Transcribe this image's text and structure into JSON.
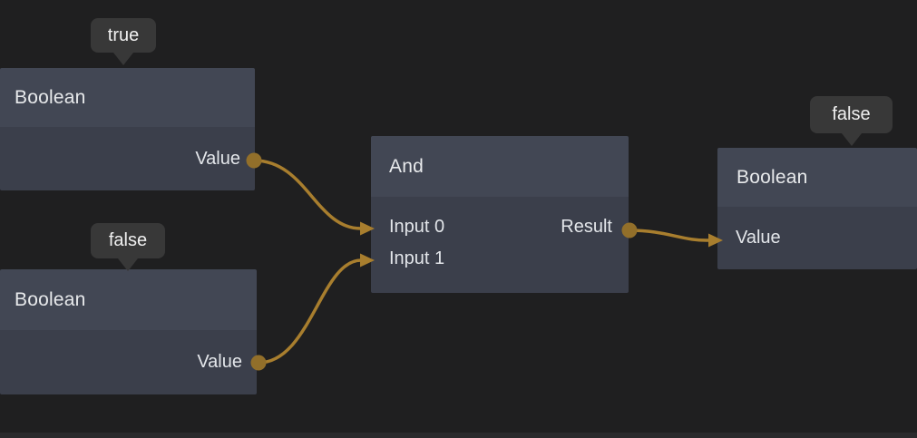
{
  "editor": {
    "kind": "visual-scripting-node-graph"
  },
  "colors": {
    "background": "#1f1f20",
    "node_header": "#424754",
    "node_body": "#3b3f4b",
    "tooltip_background": "#383838",
    "text": "#e8eaec",
    "wire": "#a87e2e",
    "port": "#926f2a",
    "bottom_strip": "#2a2a2c"
  },
  "nodes": [
    {
      "id": "boolean-top-left",
      "title": "Boolean",
      "value_tooltip": "true",
      "ports": [
        {
          "label": "Value",
          "kind": "output"
        }
      ]
    },
    {
      "id": "boolean-bottom-left",
      "title": "Boolean",
      "value_tooltip": "false",
      "ports": [
        {
          "label": "Value",
          "kind": "output"
        }
      ]
    },
    {
      "id": "and",
      "title": "And",
      "ports": [
        {
          "label": "Input 0",
          "kind": "input"
        },
        {
          "label": "Input 1",
          "kind": "input"
        },
        {
          "label": "Result",
          "kind": "output"
        }
      ]
    },
    {
      "id": "boolean-right",
      "title": "Boolean",
      "value_tooltip": "false",
      "ports": [
        {
          "label": "Value",
          "kind": "input"
        }
      ]
    }
  ],
  "connections": [
    {
      "from": "boolean-top-left.Value",
      "to": "and.Input 0"
    },
    {
      "from": "boolean-bottom-left.Value",
      "to": "and.Input 1"
    },
    {
      "from": "and.Result",
      "to": "boolean-right.Value"
    }
  ]
}
